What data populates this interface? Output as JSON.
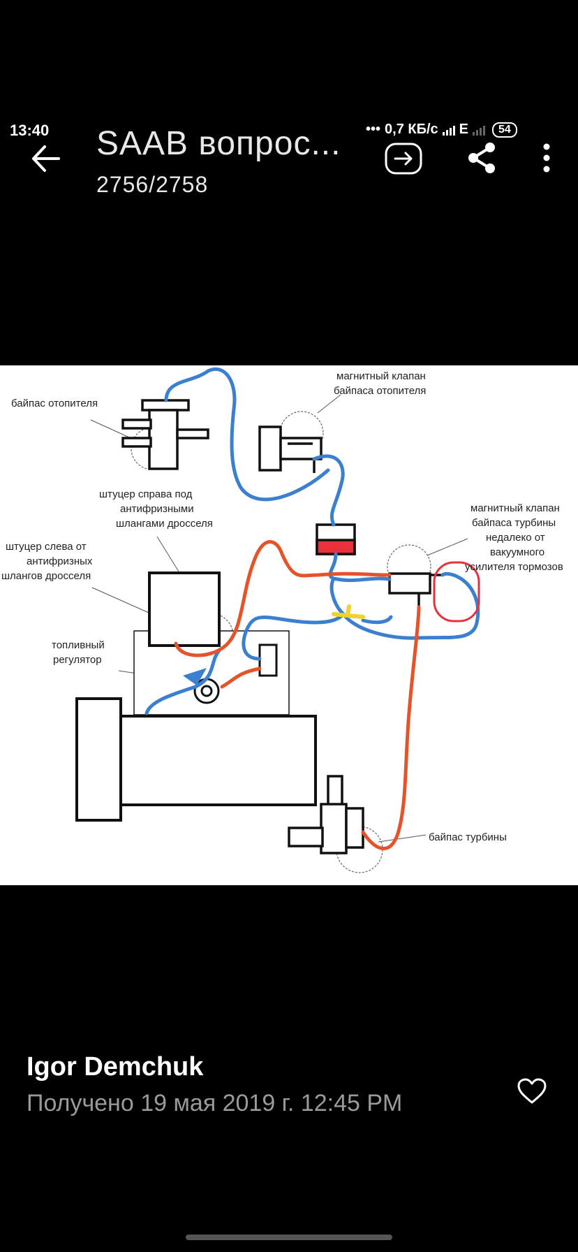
{
  "status_bar": {
    "time": "13:40",
    "dots": "•••",
    "speed": "0,7 КБ/с",
    "net_label": "E",
    "battery": "54"
  },
  "header": {
    "title": "SAAB вопрос...",
    "counter": "2756/2758",
    "icons": [
      "back-arrow-icon",
      "forward-icon",
      "share-icon",
      "more-icon"
    ]
  },
  "diagram": {
    "labels": {
      "heater_bypass": "байпас отопителя",
      "heater_valve_1": "магнитный клапан",
      "heater_valve_2": "байпаса отопителя",
      "right_fitting_1": "штуцер справа под",
      "right_fitting_2": "антифризными",
      "right_fitting_3": "шлангами дросселя",
      "left_fitting_1": "штуцер слева от",
      "left_fitting_2": "антифризных",
      "left_fitting_3": "шлангов дросселя",
      "turbo_valve_1": "магнитный клапан",
      "turbo_valve_2": "байпаса турбины",
      "turbo_valve_3": "недалеко от",
      "turbo_valve_4": "вакуумного",
      "turbo_valve_5": "усилителя тормозов",
      "fuel_reg_1": "топливный",
      "fuel_reg_2": "регулятор",
      "turbo_bypass": "байпас турбины"
    },
    "colors": {
      "blue_hose": "#3b7fd0",
      "orange_hose": "#e5532a",
      "yellow_tee": "#f0d22c",
      "red_marker": "#e8313a",
      "outline": "#111111"
    }
  },
  "footer": {
    "sender": "Igor Demchuk",
    "received": "Получено 19 мая 2019 г. 12:45 PM",
    "like_icon": "heart-outline-icon"
  }
}
